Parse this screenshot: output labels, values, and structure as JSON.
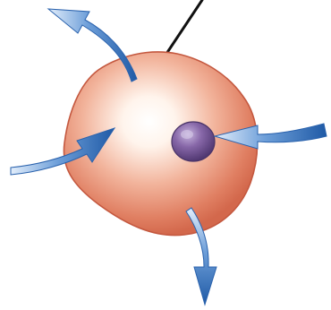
{
  "diagram": {
    "subject": "cell",
    "leader_line_label": "",
    "parts": {
      "cell_body": {
        "fill": "#e89a80",
        "edge": "#c8553e",
        "center_glow": "#fff8f2"
      },
      "nucleus": {
        "fill": "#7a5a9c",
        "edge": "#4a3468",
        "highlight": "#b8a4d2"
      }
    },
    "arrows": {
      "color_light": "#a8c8ee",
      "color_mid": "#4f86cc",
      "color_dark": "#1f5aa6",
      "items": [
        {
          "id": "top-left",
          "direction": "out"
        },
        {
          "id": "left",
          "direction": "in"
        },
        {
          "id": "right",
          "direction": "in"
        },
        {
          "id": "bottom",
          "direction": "out"
        }
      ]
    }
  }
}
